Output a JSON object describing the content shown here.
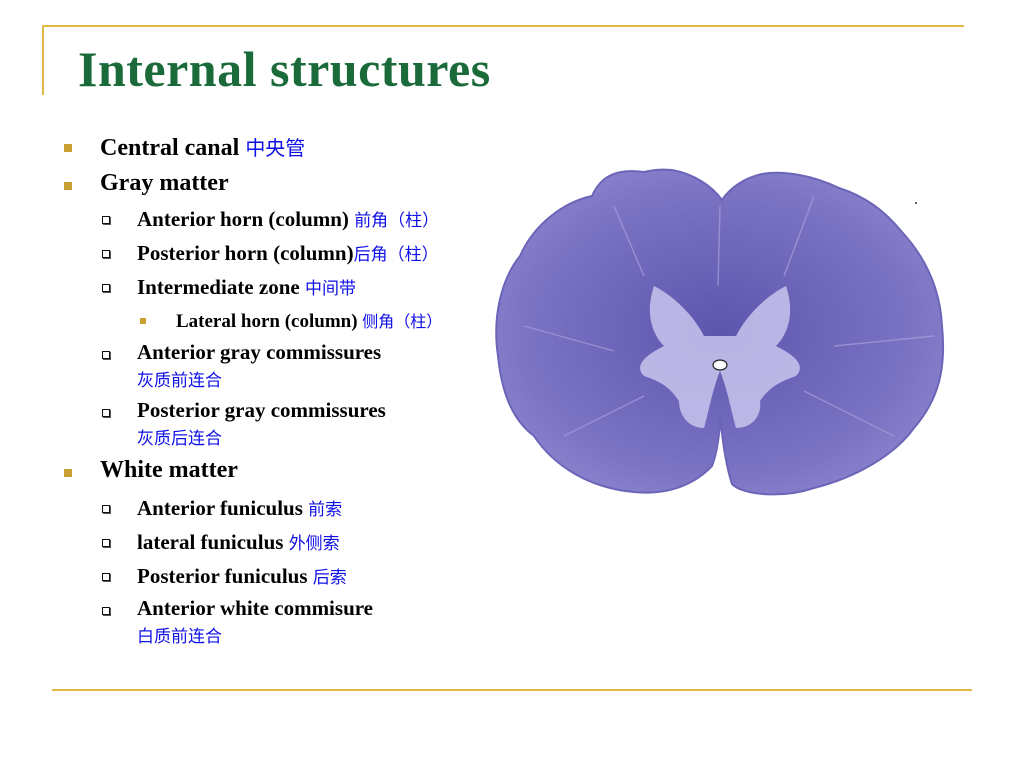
{
  "title": "Internal structures",
  "items": {
    "central_canal": {
      "en": "Central canal ",
      "cn": "中央管"
    },
    "gray_matter": {
      "en": "Gray matter",
      "cn": ""
    },
    "anterior_horn": {
      "en": "Anterior horn (column) ",
      "cn": "前角（柱）"
    },
    "posterior_horn": {
      "en": "Posterior horn (column)",
      "cn": "后角（柱）"
    },
    "intermediate_zone": {
      "en": "Intermediate zone ",
      "cn": "中间带"
    },
    "lateral_horn": {
      "en": "Lateral horn (column) ",
      "cn": "侧角（柱）"
    },
    "anterior_gray_commissures": {
      "en": "Anterior gray commissures",
      "cn": "灰质前连合"
    },
    "posterior_gray_commissures": {
      "en": "Posterior gray commissures",
      "cn": "灰质后连合"
    },
    "white_matter": {
      "en": "White matter",
      "cn": ""
    },
    "anterior_funiculus": {
      "en": "Anterior funiculus ",
      "cn": "前索"
    },
    "lateral_funiculus": {
      "en": "lateral funiculus ",
      "cn": "外侧索"
    },
    "posterior_funiculus": {
      "en": "Posterior funiculus ",
      "cn": "后索"
    },
    "anterior_white_commissure": {
      "en": "Anterior white commisure",
      "cn": "白质前连合"
    }
  },
  "colors": {
    "title": "#1a6a3a",
    "chinese_text": "#1010e8",
    "frame": "#e0b843",
    "bullet": "#c9a033",
    "white_matter_stain": "#7a72c2",
    "gray_matter_stain": "#4f4aa0"
  },
  "image": {
    "subject": "spinal-cord-cross-section"
  }
}
